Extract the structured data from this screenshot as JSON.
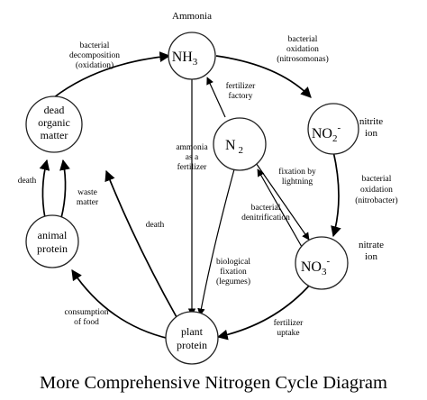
{
  "caption": "More Comprehensive Nitrogen Cycle Diagram",
  "nodes": {
    "nh3": {
      "name": "Ammonia",
      "base": "NH",
      "sub": "3"
    },
    "n2": {
      "base": "N",
      "sub": "2"
    },
    "no2": {
      "base": "NO",
      "sub": "2",
      "charge": "-",
      "name_line1": "nitrite",
      "name_line2": "ion"
    },
    "no3": {
      "base": "NO",
      "sub": "3",
      "charge": "-",
      "name_line1": "nitrate",
      "name_line2": "ion"
    },
    "dead": {
      "line1": "dead",
      "line2": "organic",
      "line3": "matter"
    },
    "animal": {
      "line1": "animal",
      "line2": "protein"
    },
    "plant": {
      "line1": "plant",
      "line2": "protein"
    }
  },
  "edges": {
    "bacterial_decomposition": [
      "bacterial",
      "decomposition",
      "(oxidation)"
    ],
    "bacterial_oxidation_nitrosomonas": [
      "bacterial",
      "oxidation",
      "(nitrosomonas)"
    ],
    "fertilizer_factory": [
      "fertilizer",
      "factory"
    ],
    "ammonia_as_fertilizer": [
      "ammonia",
      "as a",
      "fertilizer"
    ],
    "fixation_by_lightning": [
      "fixation by",
      "lightning"
    ],
    "bacterial_oxidation_nitrobacter": [
      "bacterial",
      "oxidation",
      "(nitrobacter)"
    ],
    "bacterial_denitrification": [
      "bacterial",
      "denitrification"
    ],
    "biological_fixation": [
      "biological",
      "fixation",
      "(legumes)"
    ],
    "death_animal": "death",
    "waste_matter": [
      "waste",
      "matter"
    ],
    "death_plant": "death",
    "consumption_of_food": [
      "consumption",
      "of food"
    ],
    "fertilizer_uptake": [
      "fertilizer",
      "uptake"
    ]
  }
}
